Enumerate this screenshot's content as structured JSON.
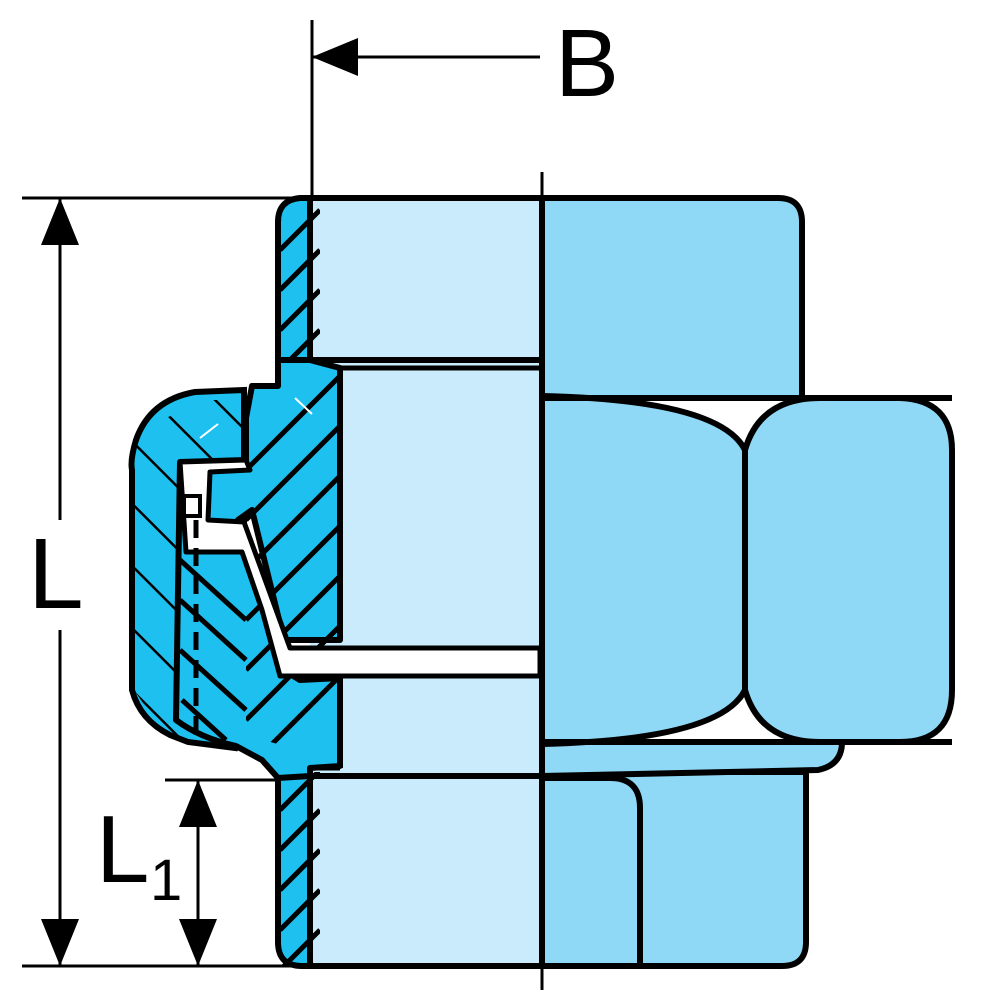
{
  "labels": {
    "width_label": "B",
    "length_label": "L",
    "thread_length_label": "L",
    "thread_length_subscript": "1"
  },
  "colors": {
    "outline": "#000000",
    "bore": "#c9ebfb",
    "body": "#8fd8f6",
    "section": "#1ec0ef",
    "background": "#ffffff"
  }
}
